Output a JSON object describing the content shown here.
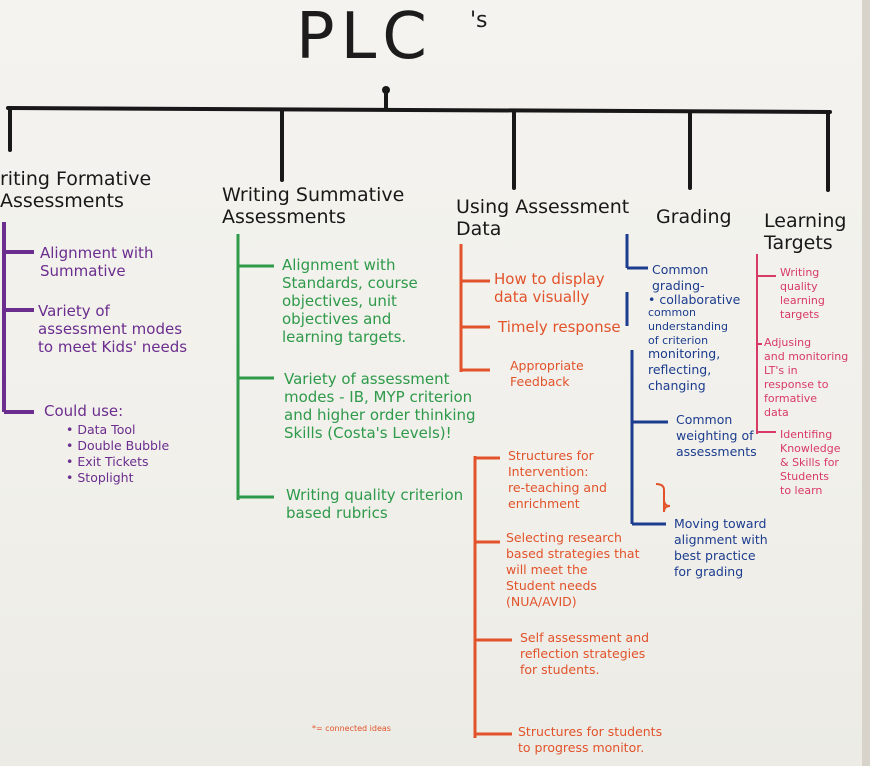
{
  "title": {
    "main": "PLC",
    "suffix": "'s"
  },
  "columns": [
    {
      "heading": "riting Formative\nAssessments",
      "items": [
        {
          "text": "Alignment with\nSummative"
        },
        {
          "text": "Variety of\nassessment modes\nto meet Kids' needs"
        },
        {
          "text": "Could use:"
        }
      ],
      "sub_items": [
        "Data Tool",
        "Double Bubble",
        "Exit Tickets",
        "Stoplight"
      ]
    },
    {
      "heading": "Writing Summative\nAssessments",
      "items": [
        {
          "text": "Alignment with\nStandards, course\nobjectives, unit\nobjectives and\nlearning targets."
        },
        {
          "text": "Variety of assessment\nmodes - IB, MYP criterion\nand higher order thinking\nSkills (Costa's Levels)!"
        },
        {
          "text": "Writing quality criterion\nbased rubrics"
        }
      ]
    },
    {
      "heading": "Using Assessment\nData",
      "items": [
        {
          "text": "How to display\ndata visually"
        },
        {
          "text": "Timely response"
        },
        {
          "text": "Appropriate\nFeedback"
        },
        {
          "text": "Structures for\nIntervention:\nre-teaching and\nenrichment"
        },
        {
          "text": "Selecting research\nbased strategies that\nwill meet the\nStudent needs\n(NUA/AVID)"
        },
        {
          "text": "Self assessment and\nreflection strategies\nfor students."
        },
        {
          "text": "Structures for students\nto progress monitor."
        }
      ]
    },
    {
      "heading": "Grading",
      "items": [
        {
          "text": "Common\ngrading-"
        },
        {
          "text": "collaborative"
        },
        {
          "text": "common\nunderstanding\nof criterion"
        },
        {
          "text": "monitoring,\nreflecting,\nchanging"
        },
        {
          "text": "Common\nweighting of\nassessments"
        },
        {
          "text": "Moving toward\nalignment with\nbest practice\nfor grading"
        }
      ]
    },
    {
      "heading": "Learning\nTargets",
      "items": [
        {
          "text": "Writing\nquality\nlearning\ntargets"
        },
        {
          "text": "Adjusing\nand monitoring\nLT's in\nresponse to\nformative\ndata"
        },
        {
          "text": "Identifing\nKnowledge\n& Skills for\nStudents\nto learn"
        }
      ]
    }
  ],
  "footnote": "*= connected ideas",
  "colors": {
    "purple": "#6b2d8e",
    "green": "#2e9a4a",
    "orange": "#e2532b",
    "blue": "#1c3c8e",
    "pink": "#d83a66",
    "black": "#181818"
  }
}
